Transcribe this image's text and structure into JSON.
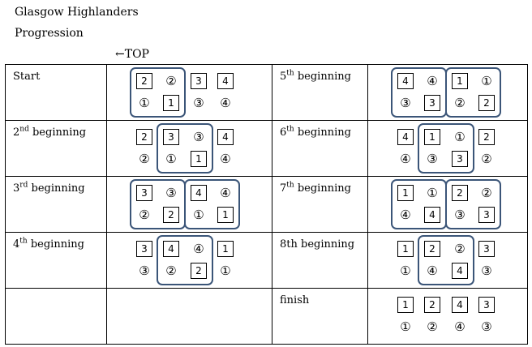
{
  "heading": {
    "team": "Glasgow Highlanders",
    "subtitle": "Progression",
    "top_note": "←TOP"
  },
  "colors": {
    "ring": "#3b5578",
    "border": "#000000"
  },
  "rows": [
    {
      "left": {
        "label": "Start",
        "sup": "",
        "figure": {
          "top": [
            "2",
            "②",
            "3",
            "4"
          ],
          "bottom": [
            "①",
            "1",
            "③",
            "④"
          ],
          "rings": [
            [
              0,
              1
            ]
          ]
        }
      },
      "right": {
        "label": "5",
        "sup": "th",
        "rest": " beginning",
        "figure": {
          "top": [
            "4",
            "④",
            "1",
            "①"
          ],
          "bottom": [
            "③",
            "3",
            "②",
            "2"
          ],
          "rings": [
            [
              0,
              1
            ],
            [
              2,
              3
            ]
          ]
        }
      }
    },
    {
      "left": {
        "label": "2",
        "sup": "nd",
        "rest": " beginning",
        "figure": {
          "top": [
            "2",
            "3",
            "③",
            "4"
          ],
          "bottom": [
            "②",
            "①",
            "1",
            "④"
          ],
          "rings": [
            [
              1,
              2
            ]
          ]
        }
      },
      "right": {
        "label": "6",
        "sup": "th",
        "rest": " beginning",
        "figure": {
          "top": [
            "4",
            "1",
            "①",
            "2"
          ],
          "bottom": [
            "④",
            "③",
            "3",
            "②"
          ],
          "rings": [
            [
              1,
              2
            ]
          ]
        }
      }
    },
    {
      "left": {
        "label": "3",
        "sup": "rd",
        "rest": " beginning",
        "figure": {
          "top": [
            "3",
            "③",
            "4",
            "④"
          ],
          "bottom": [
            "②",
            "2",
            "①",
            "1"
          ],
          "rings": [
            [
              0,
              1
            ],
            [
              2,
              3
            ]
          ]
        }
      },
      "right": {
        "label": "7",
        "sup": "th",
        "rest": " beginning",
        "figure": {
          "top": [
            "1",
            "①",
            "2",
            "②"
          ],
          "bottom": [
            "④",
            "4",
            "③",
            "3"
          ],
          "rings": [
            [
              0,
              1
            ],
            [
              2,
              3
            ]
          ]
        }
      }
    },
    {
      "left": {
        "label": "4",
        "sup": "th",
        "rest": " beginning",
        "figure": {
          "top": [
            "3",
            "4",
            "④",
            "1"
          ],
          "bottom": [
            "③",
            "②",
            "2",
            "①"
          ],
          "rings": [
            [
              1,
              2
            ]
          ]
        }
      },
      "right": {
        "label": "8th beginning",
        "sup": "",
        "rest": "",
        "figure": {
          "top": [
            "1",
            "2",
            "②",
            "3"
          ],
          "bottom": [
            "①",
            "④",
            "4",
            "③"
          ],
          "rings": [
            [
              1,
              2
            ]
          ]
        }
      }
    },
    {
      "left": {
        "label": "",
        "sup": "",
        "rest": "",
        "figure": null
      },
      "right": {
        "label": "finish",
        "sup": "",
        "rest": "",
        "figure": {
          "top": [
            "1",
            "2",
            "4",
            "3"
          ],
          "bottom": [
            "①",
            "②",
            "④",
            "③"
          ],
          "rings": []
        }
      }
    }
  ]
}
